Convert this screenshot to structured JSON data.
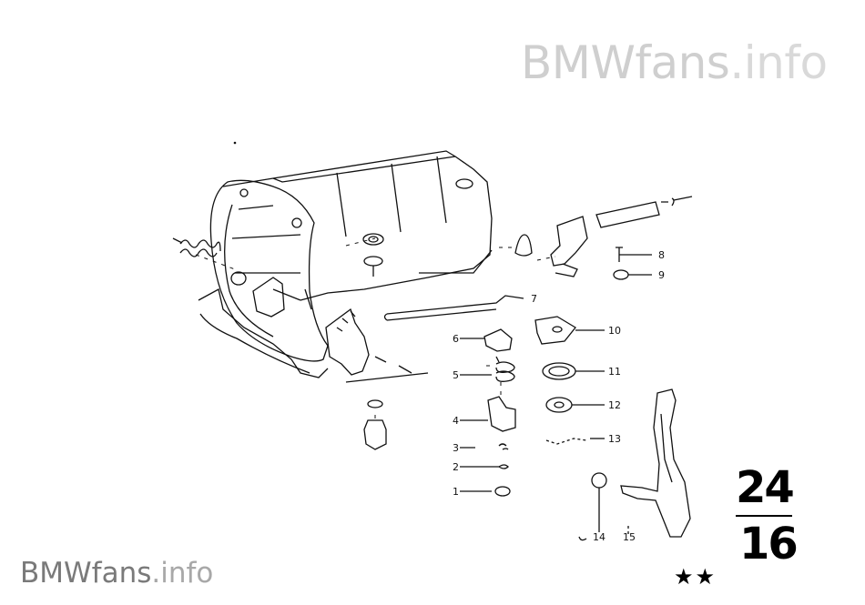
{
  "watermark": {
    "top_brand": "BMWfans",
    "top_suffix": ".info",
    "bottom_brand": "BMWfans",
    "bottom_suffix": ".info"
  },
  "group_number": {
    "top": "24",
    "bottom": "16"
  },
  "stars": "★★",
  "callouts": [
    {
      "id": "c1",
      "label": "1"
    },
    {
      "id": "c2",
      "label": "2"
    },
    {
      "id": "c3",
      "label": "3"
    },
    {
      "id": "c4",
      "label": "4"
    },
    {
      "id": "c5",
      "label": "5"
    },
    {
      "id": "c6",
      "label": "6"
    },
    {
      "id": "c7",
      "label": "7"
    },
    {
      "id": "c8",
      "label": "8"
    },
    {
      "id": "c9",
      "label": "9"
    },
    {
      "id": "c10",
      "label": "10"
    },
    {
      "id": "c11",
      "label": "11"
    },
    {
      "id": "c12",
      "label": "12"
    },
    {
      "id": "c13",
      "label": "13"
    },
    {
      "id": "c14",
      "label": "14"
    },
    {
      "id": "c15",
      "label": "15"
    }
  ],
  "colors": {
    "ink": "#111111",
    "watermark_top": "#cfcfcf",
    "watermark_bottom": "#7a7a7a"
  }
}
